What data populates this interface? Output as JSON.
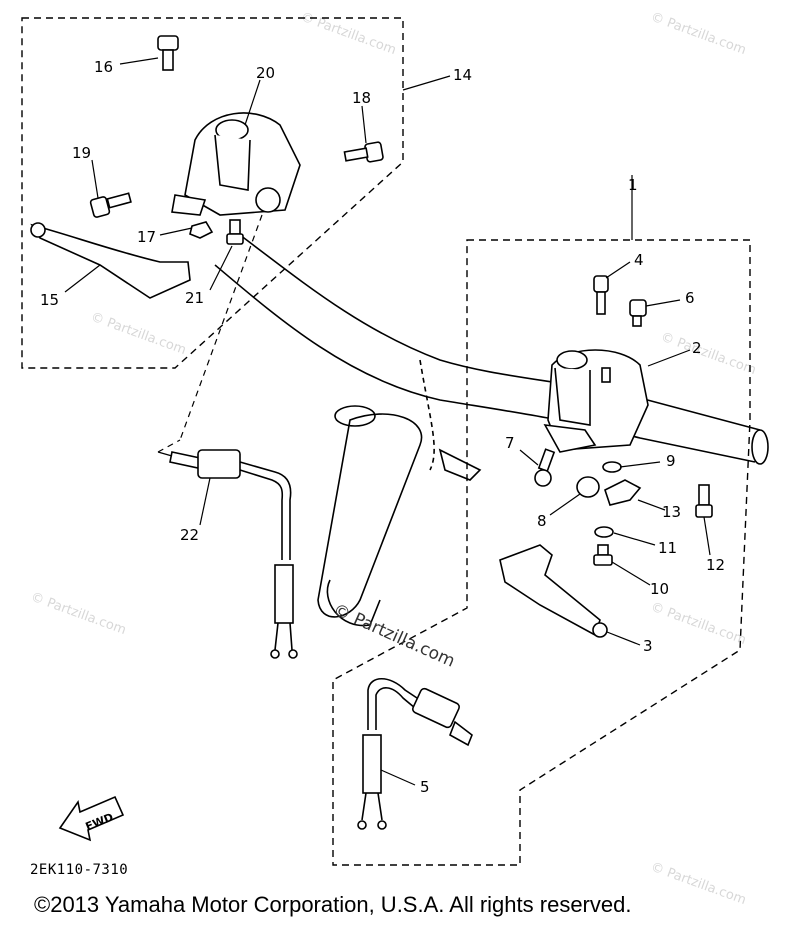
{
  "parts": {
    "p1": "1",
    "p2": "2",
    "p3": "3",
    "p4": "4",
    "p5": "5",
    "p6": "6",
    "p7": "7",
    "p8": "8",
    "p9": "9",
    "p10": "10",
    "p11": "11",
    "p12": "12",
    "p13": "13",
    "p14": "14",
    "p15": "15",
    "p16": "16",
    "p17": "17",
    "p18": "18",
    "p19": "19",
    "p20": "20",
    "p21": "21",
    "p22": "22"
  },
  "fwd_label": "FWD",
  "diagram_code": "2EK110-7310",
  "copyright": "©2013 Yamaha Motor Corporation, U.S.A. All rights reserved.",
  "watermark": "© Partzilla.com"
}
